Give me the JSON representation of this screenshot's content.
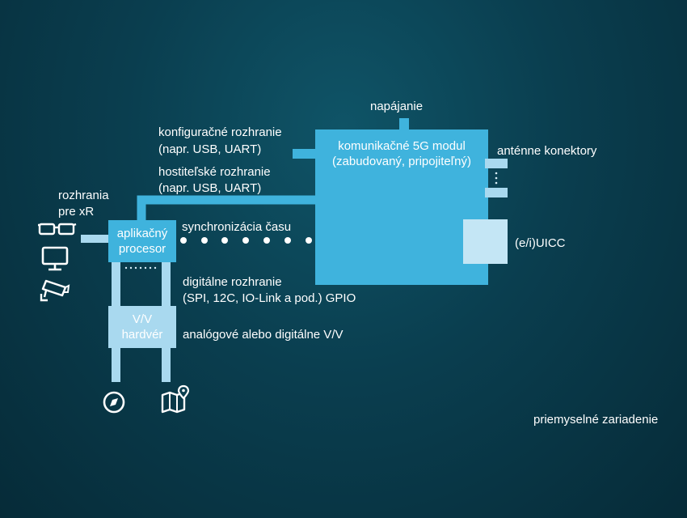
{
  "diagram": {
    "labels": {
      "power": "napájanie",
      "config_interface_1": "konfiguračné rozhranie",
      "config_interface_2": "(napr. USB, UART)",
      "host_interface_1": "hostiteľské rozhranie",
      "host_interface_2": "(napr. USB, UART)",
      "xr_interfaces_1": "rozhrania",
      "xr_interfaces_2": "pre xR",
      "time_sync": "synchronizácia času",
      "digital_interface_1": "digitálne rozhranie",
      "digital_interface_2": "(SPI, 12C, IO-Link a pod.) GPIO",
      "analog_io": "analógové alebo digitálne V/V",
      "antenna_connectors": "anténne konektory",
      "uicc": "(e/i)UICC",
      "industrial_device": "priemyselné zariadenie"
    },
    "module": {
      "line1": "komunikačné 5G modul",
      "line2": "(zabudovaný, pripojiteľný)"
    },
    "app_processor": {
      "line1": "aplikačný",
      "line2": "procesor"
    },
    "io_hardware": {
      "line1": "V/V",
      "line2": "hardvér"
    },
    "icons": [
      "glasses-icon",
      "monitor-icon",
      "camera-icon",
      "compass-icon",
      "map-icon"
    ],
    "colors": {
      "background": "#0a3e4f",
      "module": "#3fb3dd",
      "light_box": "#a9d9ef",
      "line": "#a9d9ef"
    }
  }
}
